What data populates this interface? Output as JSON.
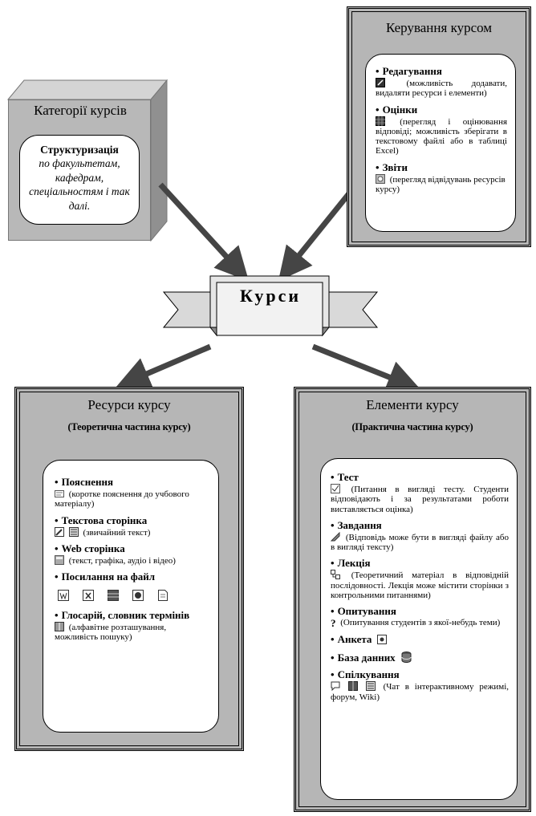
{
  "categories": {
    "title": "Категорії курсів",
    "subtitle": "Структуризація",
    "text": "по факультетам, кафедрам, спеціальностям і так далі."
  },
  "management": {
    "title": "Керування курсом",
    "items": [
      {
        "label": "Редагування",
        "icon": "edit-icon",
        "desc": "(можливість додавати, видаляти ресурси і елементи)"
      },
      {
        "label": "Оцінки",
        "icon": "grades-icon",
        "desc": "(перегляд і оцінювання відповіді; можливість зберігати в текстовому файлі або в таблиці Excel)"
      },
      {
        "label": "Звіти",
        "icon": "reports-icon",
        "desc": "(перегляд відвідувань ресурсів курсу)"
      }
    ]
  },
  "center": {
    "label": "Курси"
  },
  "resources": {
    "title": "Ресурси курсу",
    "subtitle": "(Теоретична частина курсу)",
    "items": [
      {
        "label": "Пояснення",
        "desc": "(коротке пояснення до учбового матеріалу)"
      },
      {
        "label": "Текстова сторінка",
        "desc": "(звичайний текст)"
      },
      {
        "label": "Web сторінка",
        "desc": "(текст, графіка, аудіо і відео)"
      },
      {
        "label": "Посилання на файл",
        "desc": ""
      },
      {
        "label": "Глосарій, словник термінів",
        "desc": "(алфавітне розташування, можливість пошуку)"
      }
    ]
  },
  "elements": {
    "title": "Елементи курсу",
    "subtitle": "(Практична частина курсу)",
    "items": [
      {
        "label": "Тест",
        "desc": "(Питання в вигляді тесту. Студенти відповідають і за результатами роботи виставляється оцінка)"
      },
      {
        "label": "Завдання",
        "desc": "(Відповідь може бути в вигляді файлу або в вигляді тексту)"
      },
      {
        "label": "Лекція",
        "desc": "(Теоретичний матеріал в відповідній послідовності. Лекція може містити сторінки з контрольними питаннями)"
      },
      {
        "label": "Опитування",
        "desc": "(Опитування студентів з якої-небудь теми)"
      },
      {
        "label": "Анкета",
        "desc": ""
      },
      {
        "label": "База данних",
        "desc": ""
      },
      {
        "label": "Спілкування",
        "desc": "(Чат в інтерактивному режимі, форум, Wiki)"
      }
    ]
  }
}
